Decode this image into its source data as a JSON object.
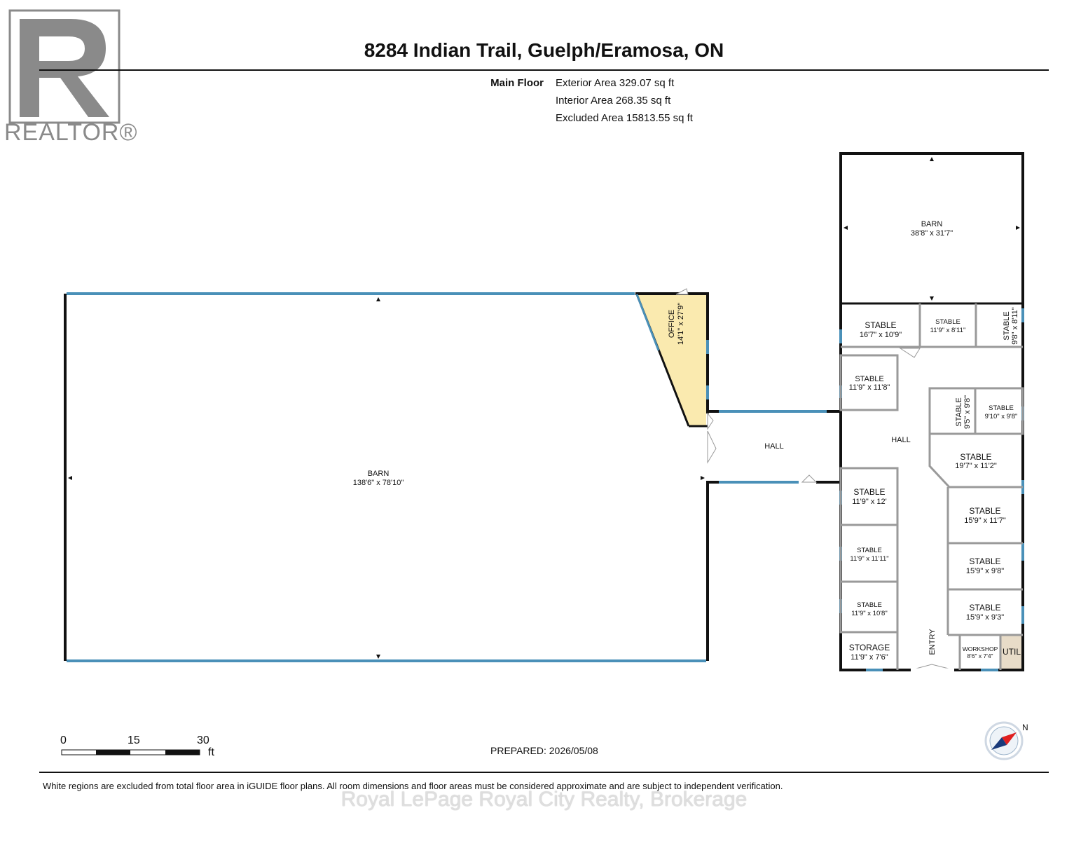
{
  "header": {
    "title": "8284 Indian Trail, Guelph/Eramosa, ON"
  },
  "area_summary": {
    "floor_label": "Main Floor",
    "exterior": "Exterior Area 329.07 sq ft",
    "interior": "Interior Area 268.35 sq ft",
    "excluded": "Excluded Area 15813.55 sq ft"
  },
  "logo": {
    "text": "REALTOR®"
  },
  "rooms": {
    "barn_main": {
      "name": "BARN",
      "dims": "138'6\" x 78'10\""
    },
    "office": {
      "name": "OFFICE",
      "dims": "14'1\" x 27'9\""
    },
    "hall_connector": {
      "name": "HALL"
    },
    "barn_top": {
      "name": "BARN",
      "dims": "38'8\" x 31'7\""
    },
    "stable_1": {
      "name": "STABLE",
      "dims": "16'7\" x 10'9\""
    },
    "stable_2": {
      "name": "STABLE",
      "dims": "11'9\" x 8'11\""
    },
    "stable_3": {
      "name": "STABLE",
      "dims": "9'8\" x 8'11\""
    },
    "stable_4": {
      "name": "STABLE",
      "dims": "11'9\" x 11'8\""
    },
    "stable_5": {
      "name": "STABLE",
      "dims": "9'5\" x 9'8\""
    },
    "stable_6": {
      "name": "STABLE",
      "dims": "9'10\" x 9'8\""
    },
    "hall_main": {
      "name": "HALL"
    },
    "stable_7": {
      "name": "STABLE",
      "dims": "19'7\" x 11'2\""
    },
    "stable_8": {
      "name": "STABLE",
      "dims": "11'9\" x 12'"
    },
    "stable_9": {
      "name": "STABLE",
      "dims": "15'9\" x 11'7\""
    },
    "stable_10": {
      "name": "STABLE",
      "dims": "11'9\" x 11'11\""
    },
    "stable_11": {
      "name": "STABLE",
      "dims": "15'9\" x 9'8\""
    },
    "stable_12": {
      "name": "STABLE",
      "dims": "11'9\" x 10'8\""
    },
    "stable_13": {
      "name": "STABLE",
      "dims": "15'9\" x 9'3\""
    },
    "storage": {
      "name": "STORAGE",
      "dims": "11'9\" x 7'6\""
    },
    "entry": {
      "name": "ENTRY"
    },
    "workshop": {
      "name": "WORKSHOP",
      "dims": "8'6\" x 7'4\""
    },
    "util": {
      "name": "UTIL"
    }
  },
  "scale_bar": {
    "ticks": [
      "0",
      "15",
      "30"
    ],
    "unit": "ft"
  },
  "compass": {
    "label": "N"
  },
  "footer": {
    "prepared": "PREPARED: 2026/05/08",
    "disclaimer": "White regions are excluded from total floor area in iGUIDE floor plans. All room dimensions and floor areas must be considered approximate and are subject to independent verification.",
    "watermark": "Royal LePage Royal City Realty, Brokerage"
  },
  "colors": {
    "wall": "#111111",
    "window": "#4a90b8",
    "office_fill": "#faeaaf",
    "util_fill": "#e8dcc8",
    "inner_wall": "#9a9a9a"
  }
}
